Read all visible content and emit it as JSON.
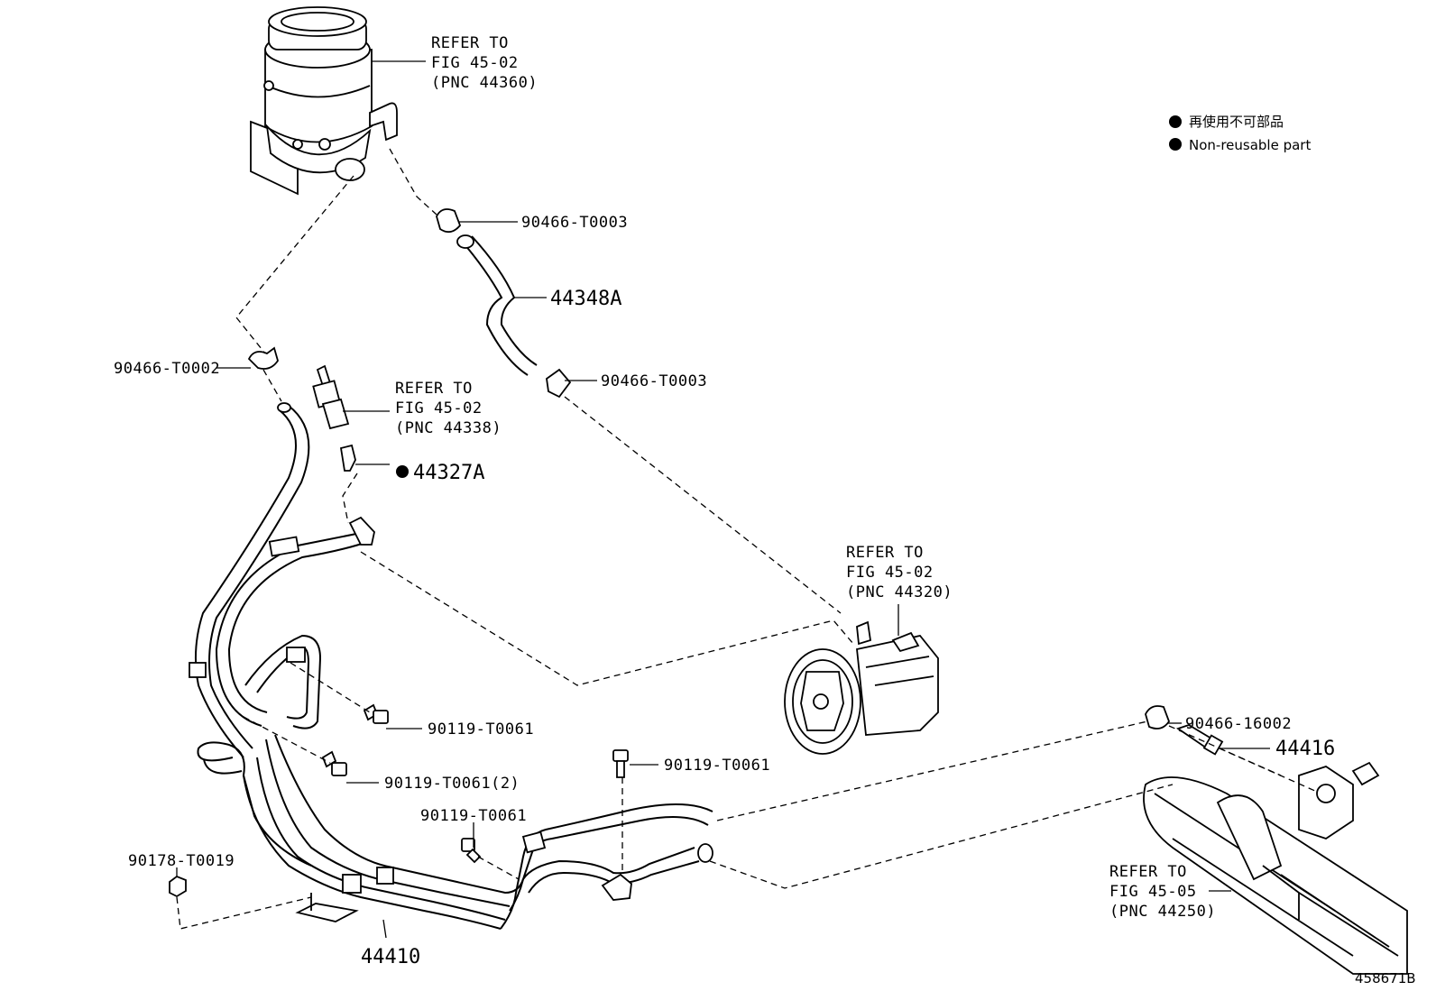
{
  "callouts": {
    "reservoir": [
      "REFER TO",
      "FIG 45-02",
      "(PNC 44360)"
    ],
    "pressure_switch": [
      "REFER TO",
      "FIG 45-02",
      "(PNC 44338)"
    ],
    "pump": [
      "REFER TO",
      "FIG 45-02",
      "(PNC 44320)"
    ],
    "gear": [
      "REFER TO",
      "FIG 45-05",
      "(PNC 44250)"
    ]
  },
  "parts": {
    "clip_upper_top": "90466-T0003",
    "return_hose": "44348A",
    "clip_upper_bottom": "90466-T0003",
    "clip_left": "90466-T0002",
    "gasket": "44327A",
    "bolt_1": "90119-T0061",
    "bolt_2": "90119-T0061(2)",
    "bolt_3": "90119-T0061",
    "bolt_4": "90119-T0061",
    "nut": "90178-T0019",
    "tube_assy": "44410",
    "clip_gear": "90466-16002",
    "union": "44416"
  },
  "legend": {
    "jp": "再使用不可部品",
    "en": "Non-reusable part"
  },
  "figure_id": "458671B"
}
